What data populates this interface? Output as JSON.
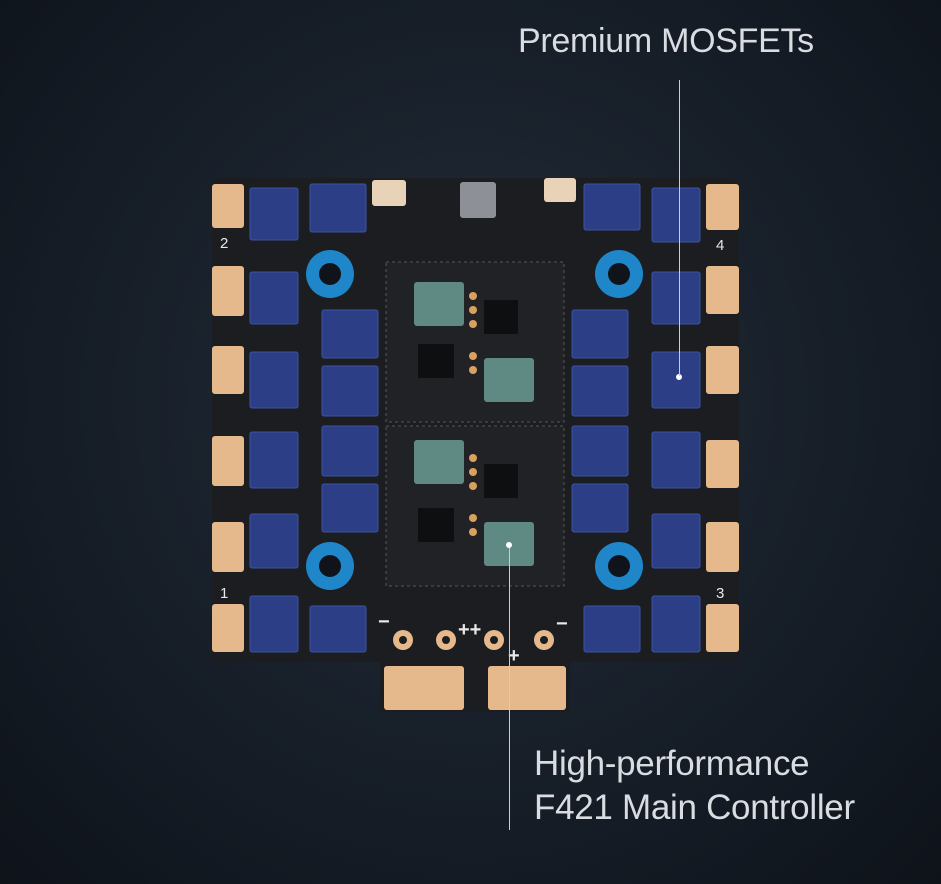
{
  "callouts": {
    "mosfets": "Premium MOSFETs",
    "controller_line1": "High-performance",
    "controller_line2": "F421 Main Controller"
  },
  "board": {
    "motor_labels": [
      "2",
      "4",
      "1",
      "3"
    ],
    "power_marks": {
      "minus": "−",
      "plus": "+",
      "plusplus": "++"
    },
    "mounting_hole_color": "#1f86c9",
    "pcb_color": "#1b1d20",
    "mosfet_color": "#2c3f86",
    "pad_color": "#e5b98c"
  }
}
